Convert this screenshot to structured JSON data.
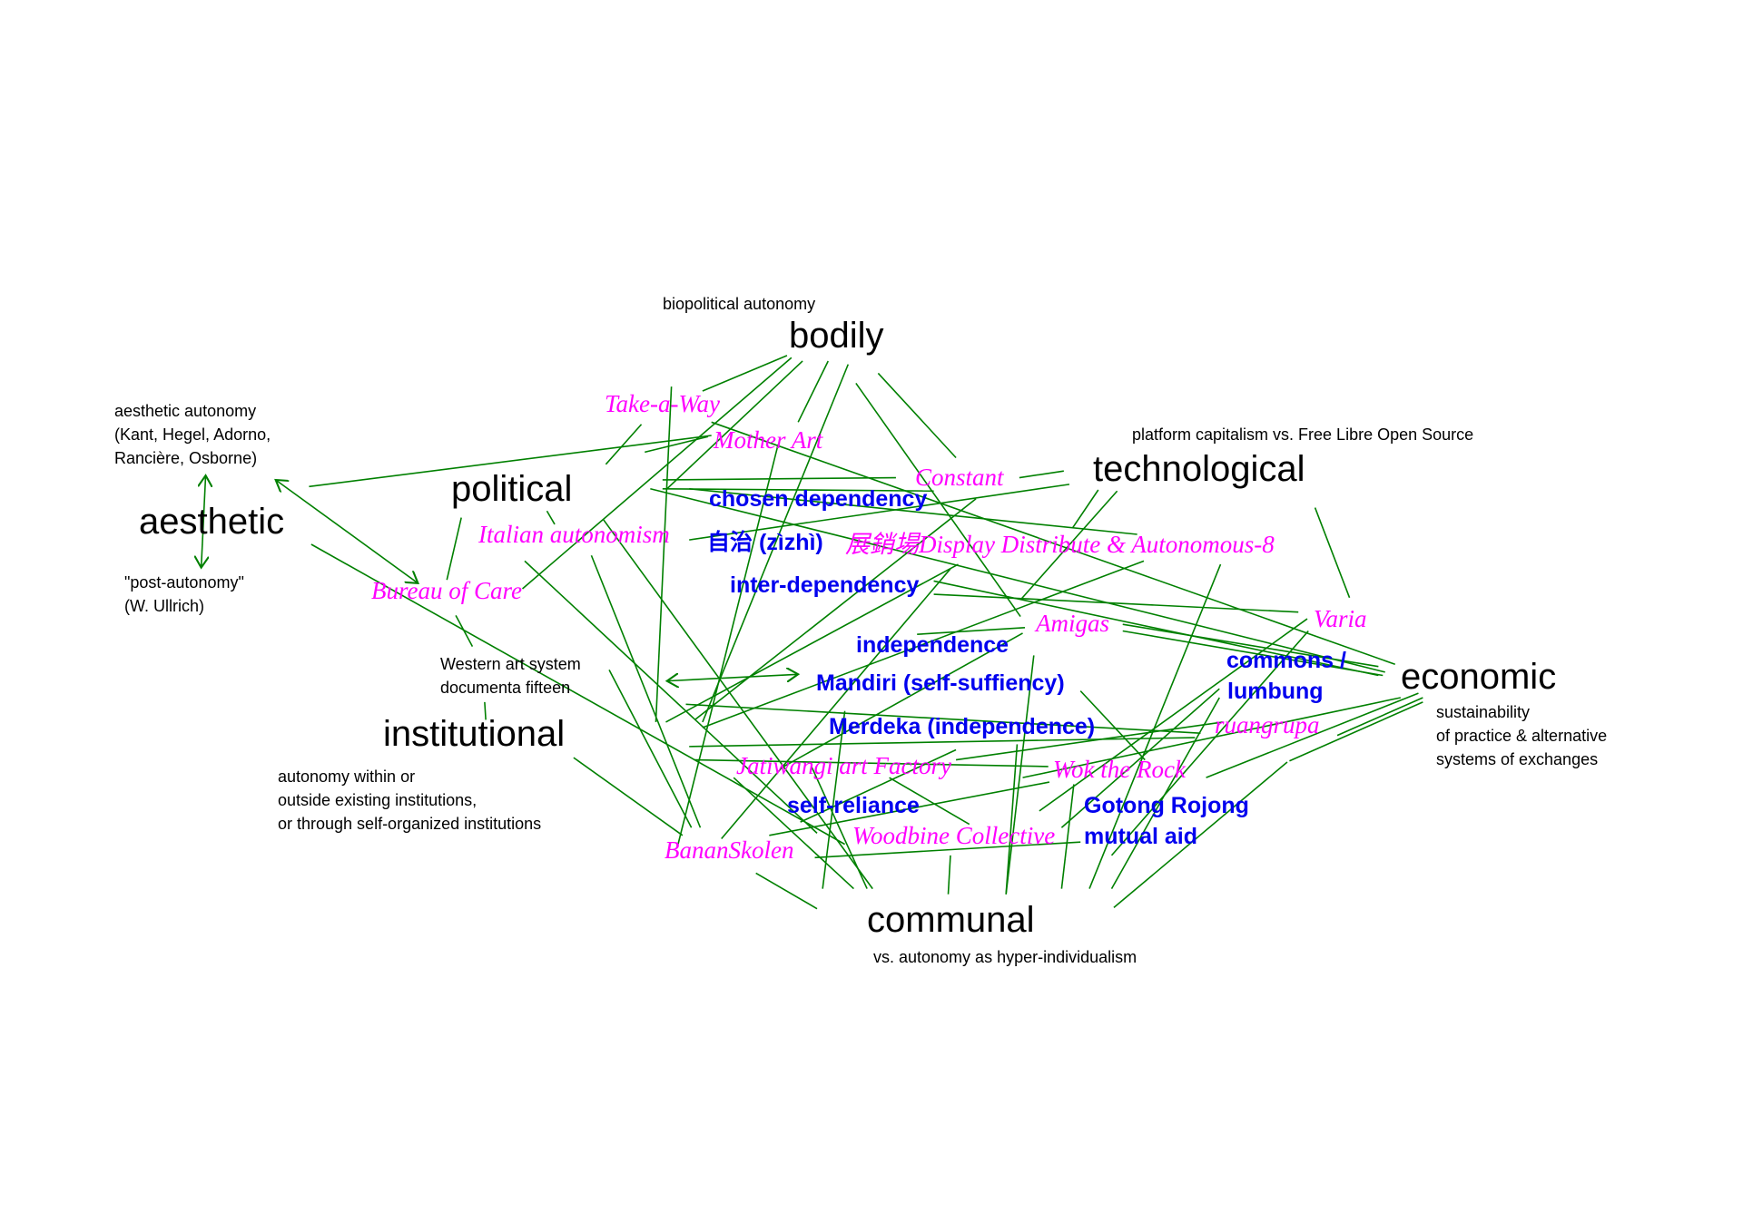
{
  "colors": {
    "dimension": "#000000",
    "project": "#ff00ff",
    "concept": "#0000ee",
    "link": "#008000"
  },
  "dimensions": {
    "bodily": "bodily",
    "aesthetic": "aesthetic",
    "political": "political",
    "technological": "technological",
    "economic": "economic",
    "institutional": "institutional",
    "communal": "communal"
  },
  "notes": {
    "bodily": "biopolitical autonomy",
    "aesthetic_top": "aesthetic autonomy\n(Kant, Hegel, Adorno,\nRancière, Osborne)",
    "aesthetic_bottom": "\"post-autonomy\"\n(W. Ullrich)",
    "technological": "platform capitalism vs. Free Libre Open Source",
    "economic": "sustainability\nof practice & alternative\nsystems of exchanges",
    "western": "Western art system\ndocumenta fifteen",
    "institutional": "autonomy within or\noutside existing institutions,\nor through self-organized institutions",
    "communal": "vs. autonomy as hyper-individualism"
  },
  "projects": {
    "take_a_way": "Take-a-Way",
    "mother_art": "Mother Art",
    "constant": "Constant",
    "italian_autonomism": "Italian autonomism",
    "bureau_of_care": "Bureau of Care",
    "display_distribute": "展銷場Display Distribute & Autonomous-8",
    "amigas": "Amigas",
    "varia": "Varia",
    "ruangrupa": "ruangrupa",
    "jatiwangi": "Jatiwangi art Factory",
    "wok_the_rock": "Wok the Rock",
    "woodbine": "Woodbine Collective",
    "banan_skolen": "BananSkolen"
  },
  "concepts": {
    "chosen_dependency": "chosen dependency",
    "zizhi": "自治 (zìzhì)",
    "inter_dependency": "inter-dependency",
    "independence": "independence",
    "mandiri": "Mandiri (self-suffiency)",
    "merdeka": "Merdeka (independence)",
    "commons": "commons /",
    "lumbung": "lumbung",
    "self_reliance": "self-reliance",
    "gotong_rojong": "Gotong Rojong",
    "mutual_aid": "mutual aid"
  }
}
